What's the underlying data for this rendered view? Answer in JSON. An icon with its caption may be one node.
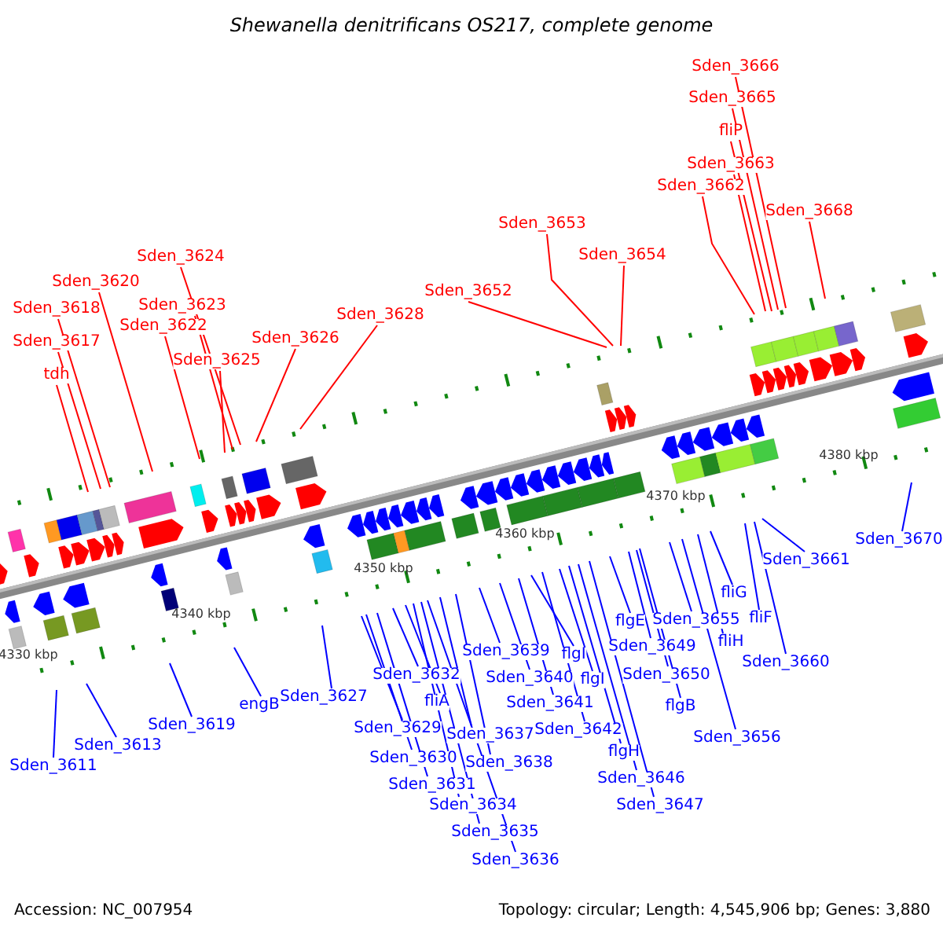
{
  "diagram": {
    "title": "Shewanella denitrificans OS217, complete genome",
    "nodes": [
      {
        "text": [
          "Sden_3666"
        ]
      },
      {
        "text": [
          "Sden_3665"
        ]
      },
      {
        "text": [
          "fliP"
        ]
      },
      {
        "text": [
          "Sden_3663"
        ]
      },
      {
        "text": [
          "Sden_3662"
        ]
      },
      {
        "text": [
          "Sden_3668"
        ]
      },
      {
        "text": [
          "Sden_3653"
        ]
      },
      {
        "text": [
          "Sden_3654"
        ]
      },
      {
        "text": [
          "Sden_3652"
        ]
      },
      {
        "text": [
          "Sden_3628"
        ]
      },
      {
        "text": [
          "Sden_3626"
        ]
      },
      {
        "text": [
          "Sden_3624"
        ]
      },
      {
        "text": [
          "Sden_3623"
        ]
      },
      {
        "text": [
          "Sden_3622"
        ]
      },
      {
        "text": [
          "Sden_3625"
        ]
      },
      {
        "text": [
          "Sden_3620"
        ]
      },
      {
        "text": [
          "Sden_3618"
        ]
      },
      {
        "text": [
          "Sden_3617"
        ]
      },
      {
        "text": [
          "tdh"
        ]
      },
      {
        "text": [
          "Sden_3611"
        ]
      },
      {
        "text": [
          "Sden_3613"
        ]
      },
      {
        "text": [
          "Sden_3619"
        ]
      },
      {
        "text": [
          "engB"
        ]
      },
      {
        "text": [
          "Sden_3627"
        ]
      },
      {
        "text": [
          "Sden_3632"
        ]
      },
      {
        "text": [
          "fliA"
        ]
      },
      {
        "text": [
          "Sden_3629"
        ]
      },
      {
        "text": [
          "Sden_3637"
        ]
      },
      {
        "text": [
          "Sden_3630"
        ]
      },
      {
        "text": [
          "Sden_3638"
        ]
      },
      {
        "text": [
          "Sden_3631"
        ]
      },
      {
        "text": [
          "Sden_3634"
        ]
      },
      {
        "text": [
          "Sden_3635"
        ]
      },
      {
        "text": [
          "Sden_3636"
        ]
      },
      {
        "text": [
          "Sden_3639"
        ]
      },
      {
        "text": [
          "Sden_3640"
        ]
      },
      {
        "text": [
          "flgI"
        ]
      },
      {
        "text": [
          "Sden_3641"
        ]
      },
      {
        "text": [
          "flgI"
        ]
      },
      {
        "text": [
          "Sden_3642"
        ]
      },
      {
        "text": [
          "flgE"
        ]
      },
      {
        "text": [
          "Sden_3649"
        ]
      },
      {
        "text": [
          "Sden_3650"
        ]
      },
      {
        "text": [
          "flgB"
        ]
      },
      {
        "text": [
          "flgH"
        ]
      },
      {
        "text": [
          "Sden_3646"
        ]
      },
      {
        "text": [
          "Sden_3647"
        ]
      },
      {
        "text": [
          "Sden_3655"
        ]
      },
      {
        "text": [
          "fliG"
        ]
      },
      {
        "text": [
          "fliH"
        ]
      },
      {
        "text": [
          "Sden_3656"
        ]
      },
      {
        "text": [
          "fliF"
        ]
      },
      {
        "text": [
          "Sden_3660"
        ]
      },
      {
        "text": [
          "Sden_3661"
        ]
      },
      {
        "text": [
          "Sden_3670"
        ]
      }
    ],
    "edges": [
      {
        "from": 0,
        "to": null,
        "arrow": "none",
        "color": "#ff0000"
      },
      {
        "from": 1,
        "to": null,
        "arrow": "none",
        "color": "#ff0000"
      },
      {
        "from": 2,
        "to": null,
        "arrow": "none",
        "color": "#ff0000"
      },
      {
        "from": 3,
        "to": null,
        "arrow": "none",
        "color": "#ff0000"
      },
      {
        "from": 4,
        "to": null,
        "arrow": "none",
        "color": "#ff0000"
      },
      {
        "from": 5,
        "to": null,
        "arrow": "none",
        "color": "#ff0000"
      },
      {
        "from": 6,
        "to": null,
        "arrow": "none",
        "color": "#ff0000"
      },
      {
        "from": 7,
        "to": null,
        "arrow": "none",
        "color": "#ff0000"
      },
      {
        "from": 8,
        "to": null,
        "arrow": "none",
        "color": "#ff0000"
      },
      {
        "from": 9,
        "to": null,
        "arrow": "none",
        "color": "#ff0000"
      },
      {
        "from": 10,
        "to": null,
        "arrow": "none",
        "color": "#ff0000"
      },
      {
        "from": 11,
        "to": null,
        "arrow": "none",
        "color": "#ff0000"
      },
      {
        "from": 12,
        "to": null,
        "arrow": "none",
        "color": "#ff0000"
      },
      {
        "from": 13,
        "to": null,
        "arrow": "none",
        "color": "#ff0000"
      },
      {
        "from": 14,
        "to": null,
        "arrow": "none",
        "color": "#ff0000"
      },
      {
        "from": 15,
        "to": null,
        "arrow": "none",
        "color": "#ff0000"
      },
      {
        "from": 16,
        "to": null,
        "arrow": "none",
        "color": "#ff0000"
      },
      {
        "from": 17,
        "to": null,
        "arrow": "none",
        "color": "#ff0000"
      },
      {
        "from": 18,
        "to": null,
        "arrow": "none",
        "color": "#ff0000"
      },
      {
        "from": 19,
        "to": null,
        "arrow": "none"
      },
      {
        "from": 20,
        "to": null,
        "arrow": "none"
      },
      {
        "from": 21,
        "to": null,
        "arrow": "none"
      },
      {
        "from": 22,
        "to": null,
        "arrow": "none"
      },
      {
        "from": 23,
        "to": null,
        "arrow": "none"
      },
      {
        "from": 24,
        "to": null,
        "arrow": "none"
      },
      {
        "from": 25,
        "to": null,
        "arrow": "none"
      },
      {
        "from": 26,
        "to": null,
        "arrow": "none"
      },
      {
        "from": 27,
        "to": null,
        "arrow": "none"
      },
      {
        "from": 28,
        "to": null,
        "arrow": "none"
      },
      {
        "from": 29,
        "to": null,
        "arrow": "none"
      },
      {
        "from": 30,
        "to": null,
        "arrow": "none"
      },
      {
        "from": 31,
        "to": null,
        "arrow": "none"
      },
      {
        "from": 32,
        "to": null,
        "arrow": "none"
      },
      {
        "from": 33,
        "to": null,
        "arrow": "none"
      },
      {
        "from": 34,
        "to": null,
        "arrow": "none"
      },
      {
        "from": 35,
        "to": null,
        "arrow": "none"
      },
      {
        "from": 36,
        "to": null,
        "arrow": "none"
      },
      {
        "from": 37,
        "to": null,
        "arrow": "none"
      },
      {
        "from": 38,
        "to": null,
        "arrow": "none"
      },
      {
        "from": 39,
        "to": null,
        "arrow": "none"
      },
      {
        "from": 40,
        "to": null,
        "arrow": "none"
      },
      {
        "from": 41,
        "to": null,
        "arrow": "none"
      },
      {
        "from": 42,
        "to": null,
        "arrow": "none"
      },
      {
        "from": 43,
        "to": null,
        "arrow": "none"
      },
      {
        "from": 44,
        "to": null,
        "arrow": "none"
      },
      {
        "from": 45,
        "to": null,
        "arrow": "none"
      },
      {
        "from": 46,
        "to": null,
        "arrow": "none"
      },
      {
        "from": 47,
        "to": null,
        "arrow": "none"
      },
      {
        "from": 48,
        "to": null,
        "arrow": "none"
      },
      {
        "from": 49,
        "to": null,
        "arrow": "none"
      },
      {
        "from": 50,
        "to": null,
        "arrow": "none"
      },
      {
        "from": 51,
        "to": null,
        "arrow": "none"
      },
      {
        "from": 52,
        "to": null,
        "arrow": "none"
      },
      {
        "from": 53,
        "to": null,
        "arrow": "none"
      },
      {
        "from": 54,
        "to": null,
        "arrow": "none"
      }
    ],
    "labels": [
      "4380 kbp",
      "4370 kbp",
      "4360 kbp",
      "4350 kbp",
      "4340 kbp",
      "4330 kbp",
      "Accession: NC_007954",
      "Topology: circular; Length: 4,545,906 bp; Genes: 3,880"
    ]
  }
}
